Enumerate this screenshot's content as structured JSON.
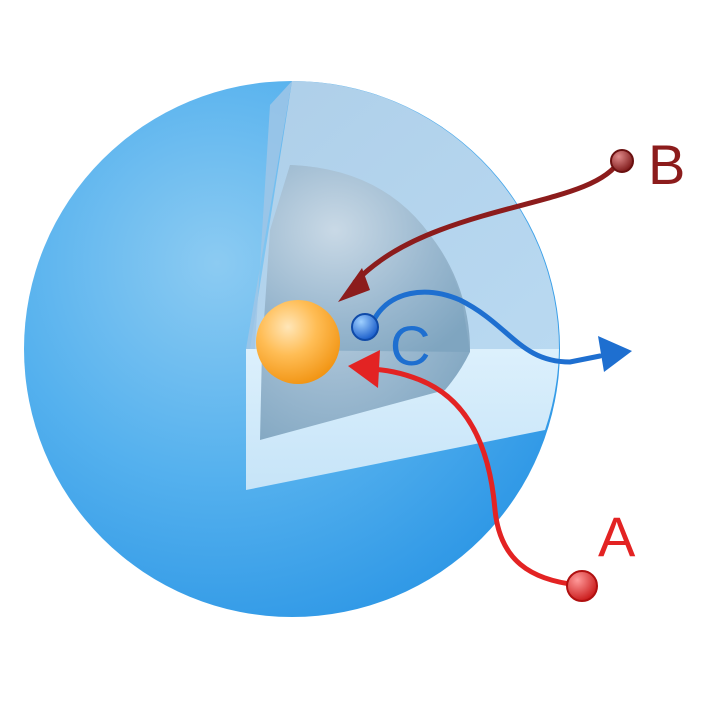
{
  "labels": {
    "a": "A",
    "b": "B",
    "c": "C"
  },
  "colors": {
    "sphere_outer": "#41a5ec",
    "cutaway_light": "#c9e4f7",
    "inner_core_shell": "#8fb6d2",
    "nucleus": "#f5a21b",
    "arrow_a": "#e32323",
    "arrow_b": "#8c1c1c",
    "arrow_c": "#1e6fd0"
  }
}
